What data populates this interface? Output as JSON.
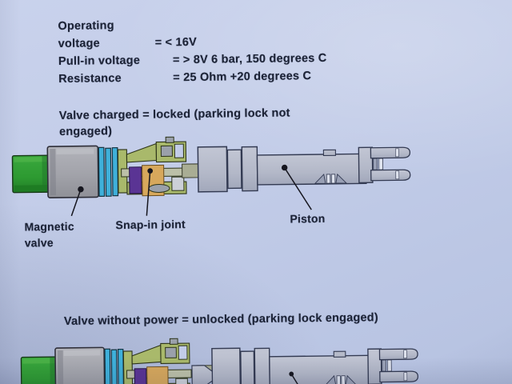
{
  "document": {
    "specs": [
      {
        "label": "Operating voltage",
        "value": "= < 16V"
      },
      {
        "label": "Pull-in voltage",
        "value": "= > 8V 6 bar, 150 degrees C"
      },
      {
        "label": "Resistance",
        "value": "= 25 Ohm +20 degrees C"
      }
    ],
    "locked_section": {
      "heading": "Valve charged = locked (parking lock not engaged)",
      "labels": {
        "magnetic_valve": "Magnetic valve",
        "snap_in_joint": "Snap-in joint",
        "piston": "Piston"
      }
    },
    "unlocked_section": {
      "heading": "Valve without power = unlocked (parking lock engaged)"
    }
  },
  "colors": {
    "paper": "#c2cce8",
    "ink": "#1c2336",
    "connector_green": "#2d9a31",
    "solenoid_gray": "#a2a3aa",
    "seal_ring_blue": "#3fb0da",
    "bracket_olive": "#a9b96b",
    "accent_purple": "#5a3494",
    "accent_orange": "#d7a85c",
    "piston_gray": "#b3b8c8",
    "leader_line": "#16161f"
  }
}
